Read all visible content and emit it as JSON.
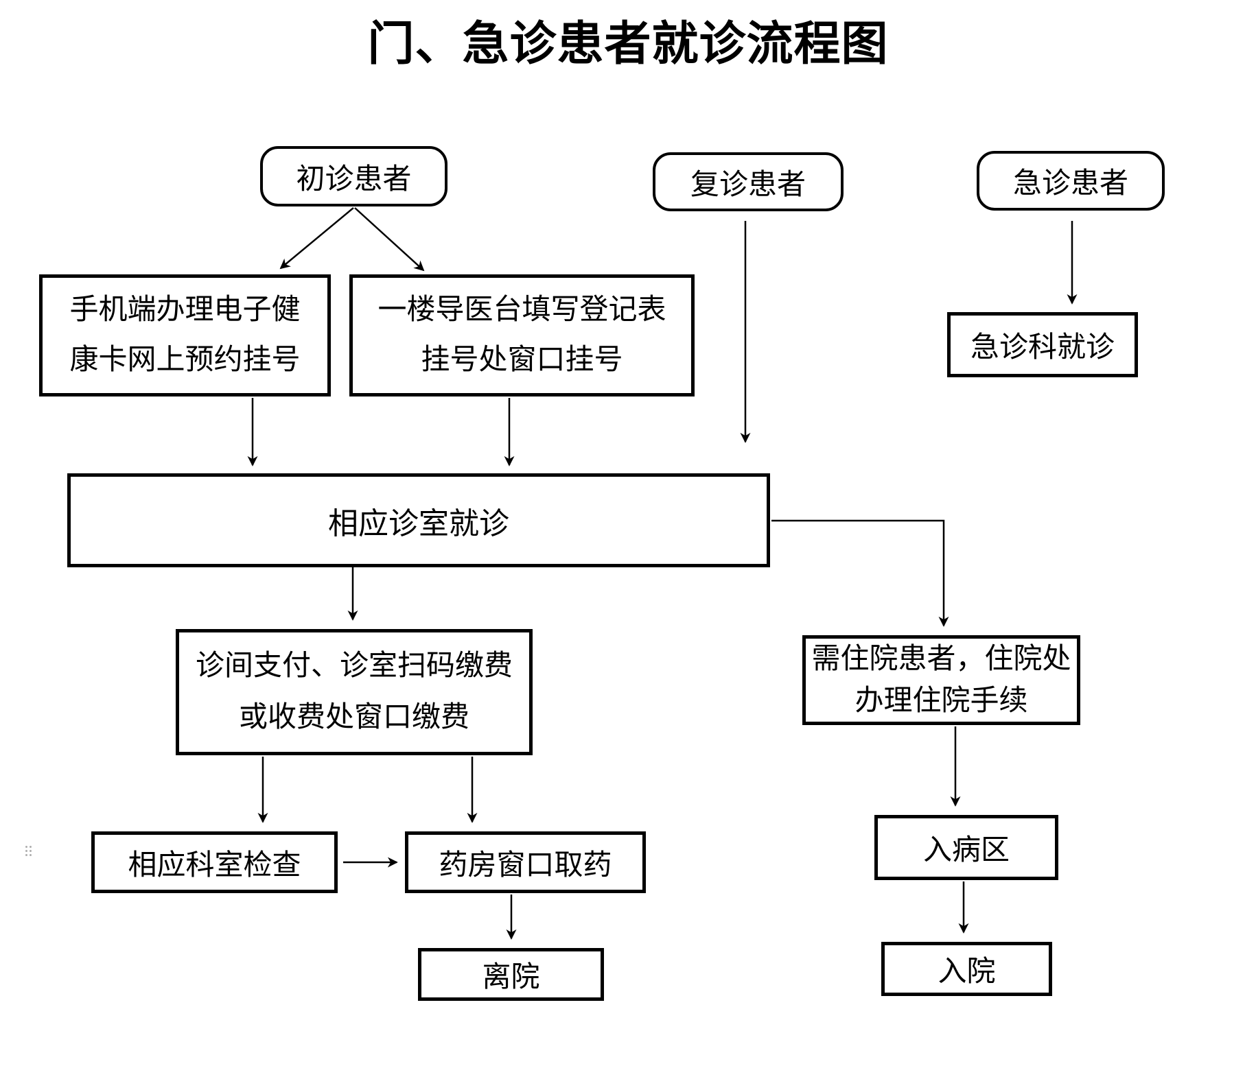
{
  "title": "门、急诊患者就诊流程图",
  "nodes": {
    "first_visit": {
      "label": "初诊患者"
    },
    "return_visit": {
      "label": "复诊患者"
    },
    "emergency": {
      "label": "急诊患者"
    },
    "reg_mobile": {
      "lines": [
        "手机端办理电子健",
        "康卡网上预约挂号"
      ]
    },
    "reg_desk": {
      "lines": [
        "一楼导医台填写登记表",
        "挂号处窗口挂号"
      ]
    },
    "emergency_dept": {
      "label": "急诊科就诊"
    },
    "clinic_visit": {
      "label": "相应诊室就诊"
    },
    "payment": {
      "lines": [
        "诊间支付、诊室扫码缴费",
        "或收费处窗口缴费"
      ]
    },
    "admission_office": {
      "lines": [
        "需住院患者，住院处",
        "办理住院手续"
      ]
    },
    "dept_exam": {
      "label": "相应科室检查"
    },
    "pharmacy": {
      "label": "药房窗口取药"
    },
    "ward": {
      "label": "入病区"
    },
    "leave": {
      "label": "离院"
    },
    "admitted": {
      "label": "入院"
    }
  },
  "colors": {
    "line": "#000000",
    "text": "#000000",
    "background": "#ffffff",
    "anchor_dots": "#adadad"
  },
  "icons": {
    "object_anchor": "six-dot-grid"
  }
}
